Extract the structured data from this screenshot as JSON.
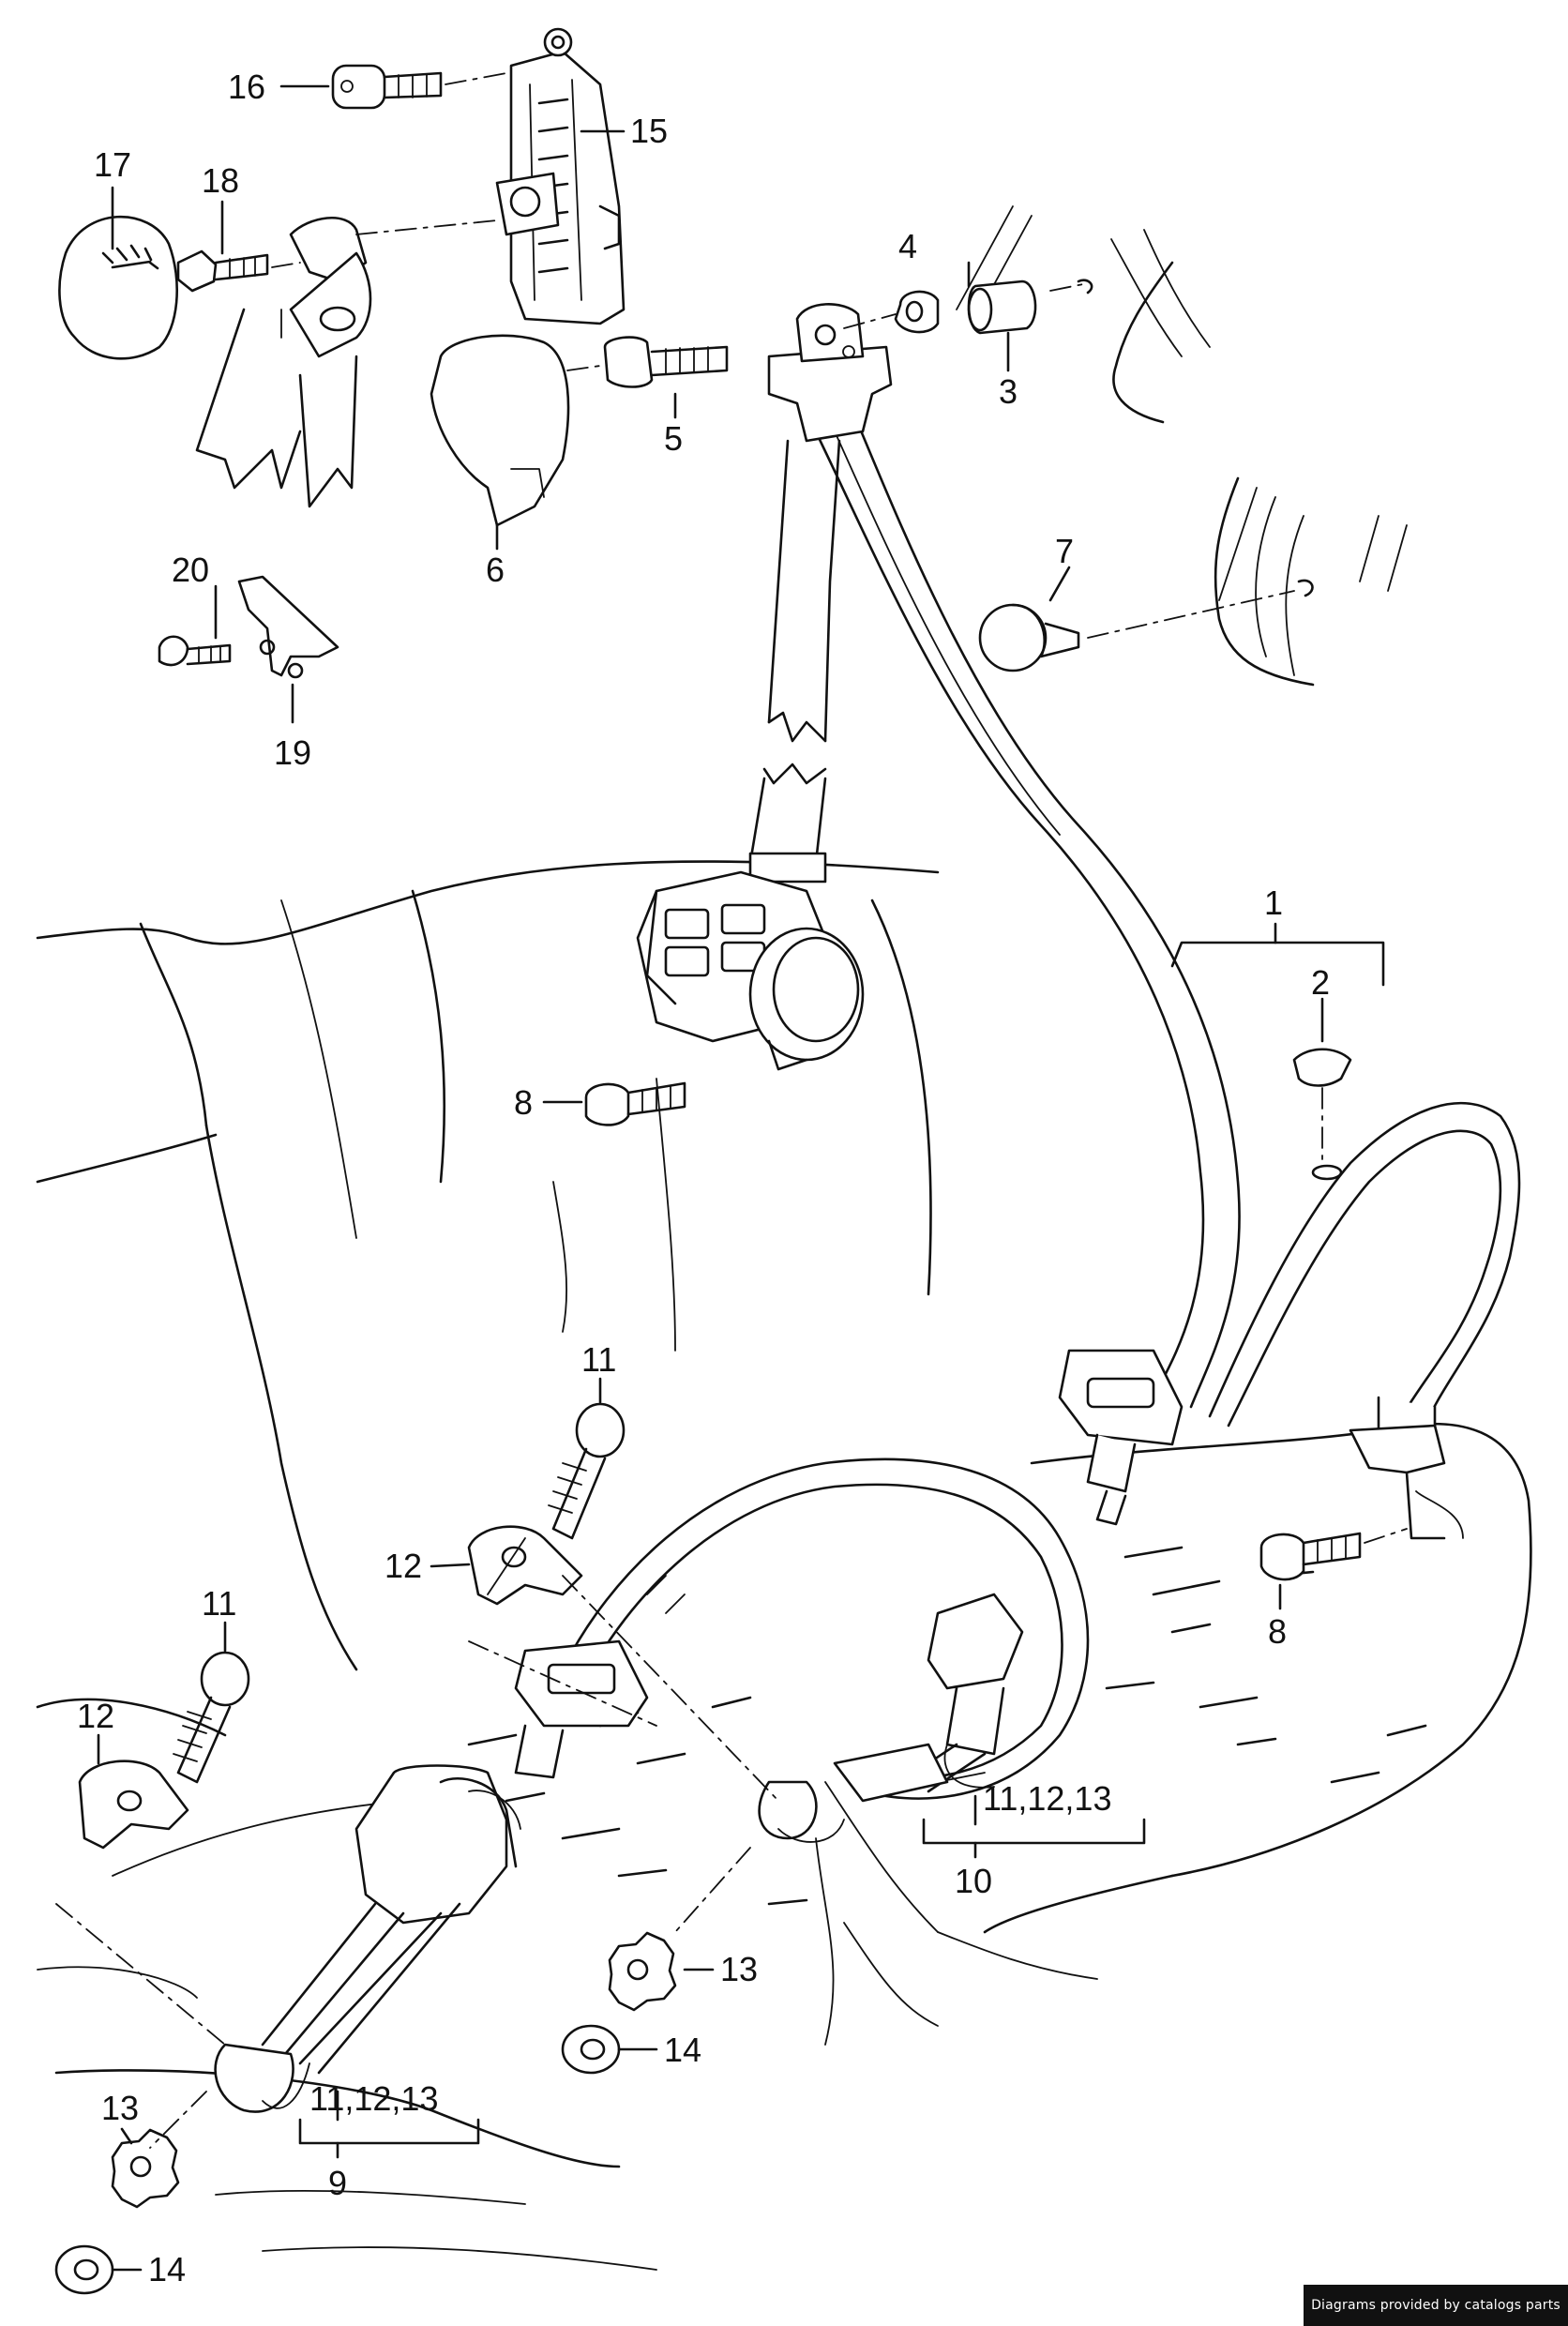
{
  "diagram": {
    "kind": "exploded parts diagram",
    "callouts": {
      "c1": "1",
      "c2": "2",
      "c3": "3",
      "c4": "4",
      "c5": "5",
      "c6": "6",
      "c7": "7",
      "c8a": "8",
      "c8b": "8",
      "c9": "9",
      "c10": "10",
      "c11a": "11",
      "c11b": "11",
      "c12a": "12",
      "c12b": "12",
      "c13a": "13",
      "c13b": "13",
      "c14a": "14",
      "c14b": "14",
      "c15": "15",
      "c16": "16",
      "c17": "17",
      "c18": "18",
      "c19": "19",
      "c20": "20",
      "c9sub": "11,12,13",
      "c10sub": "11,12,13"
    }
  },
  "credit": "Diagrams provided by catalogs parts"
}
